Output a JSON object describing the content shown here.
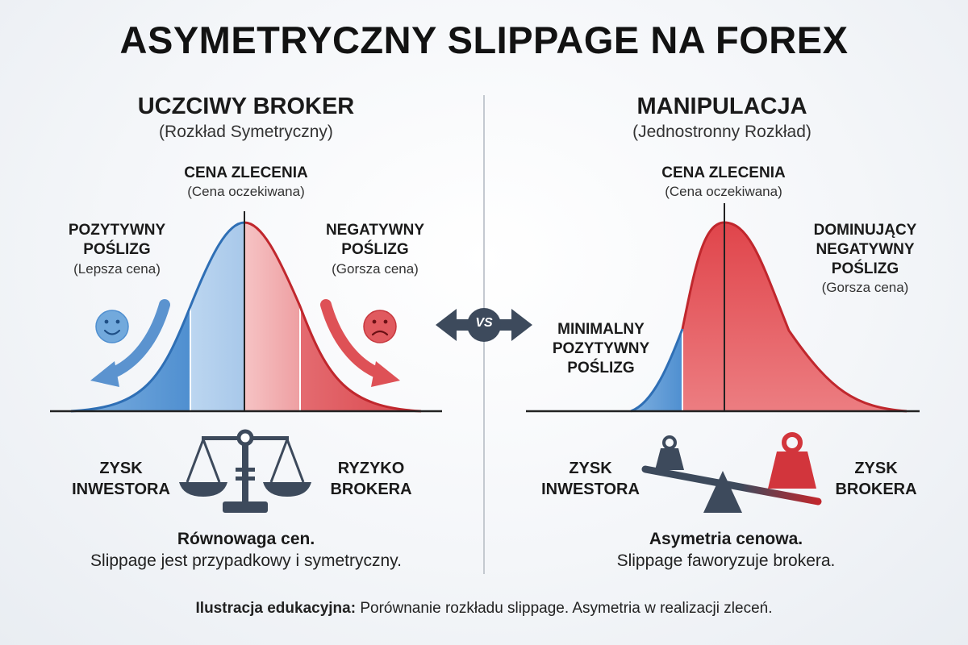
{
  "title": "ASYMETRYCZNY SLIPPAGE NA FOREX",
  "vs_label": "VS",
  "colors": {
    "blue": "#3f7fc4",
    "blue_light": "#a9c9ea",
    "red": "#d2353c",
    "red_light": "#f2b3b5",
    "dark": "#3d4a5c"
  },
  "left": {
    "title": "UCZCIWY BROKER",
    "subtitle": "(Rozkład Symetryczny)",
    "order_price": {
      "title": "CENA ZLECENIA",
      "sub": "(Cena oczekiwana)"
    },
    "positive": {
      "line1": "POZYTYWNY",
      "line2": "POŚLIZG",
      "sub": "(Lepsza cena)",
      "icon": "smile-face-icon"
    },
    "negative": {
      "line1": "NEGATYWNY",
      "line2": "POŚLIZG",
      "sub": "(Gorsza cena)",
      "icon": "sad-face-icon"
    },
    "investor": {
      "line1": "ZYSK",
      "line2": "INWESTORA"
    },
    "broker": {
      "line1": "RYZYKO",
      "line2": "BROKERA"
    },
    "scale_icon": "balance-scale-icon",
    "conclusion_bold": "Równowaga cen.",
    "conclusion_text": "Slippage jest przypadkowy i symetryczny."
  },
  "right": {
    "title": "MANIPULACJA",
    "subtitle": "(Jednostronny Rozkład)",
    "order_price": {
      "title": "CENA ZLECENIA",
      "sub": "(Cena oczekiwana)"
    },
    "dominant": {
      "line1": "DOMINUJĄCY",
      "line2": "NEGATYWNY",
      "line3": "POŚLIZG",
      "sub": "(Gorsza cena)"
    },
    "minimal": {
      "line1": "MINIMALNY",
      "line2": "POZYTYWNY",
      "line3": "POŚLIZG"
    },
    "investor": {
      "line1": "ZYSK",
      "line2": "INWESTORA"
    },
    "broker": {
      "line1": "ZYSK",
      "line2": "BROKERA"
    },
    "scale_icon": "tilted-seesaw-icon",
    "conclusion_bold": "Asymetria cenowa.",
    "conclusion_text": "Slippage faworyzuje brokera."
  },
  "footer": {
    "bold": "Ilustracja edukacyjna:",
    "text": " Porównanie rozkładu slippage. Asymetria w realizacji zleceń."
  }
}
